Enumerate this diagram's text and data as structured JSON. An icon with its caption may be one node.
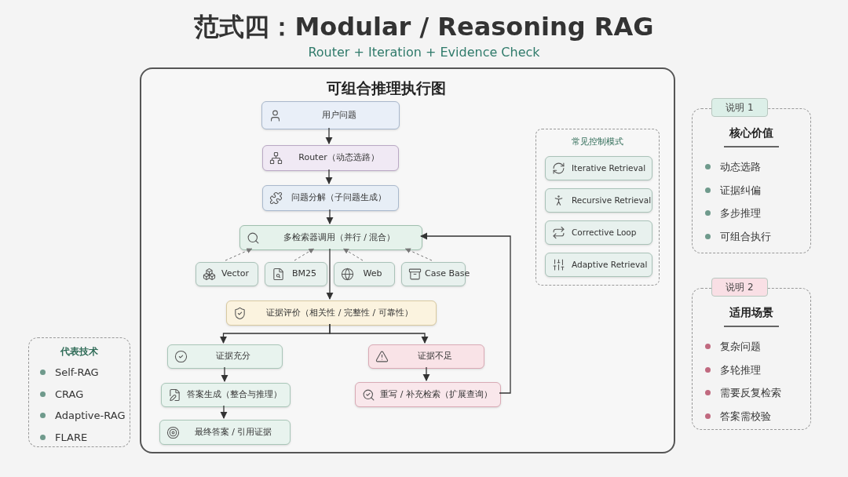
{
  "diagram": {
    "title": "范式四：Modular / Reasoning RAG",
    "nodes": [
      {
        "text": [
          "可组合推理执行图"
        ]
      },
      {
        "text": [
          "用户问题"
        ],
        "in": 0
      },
      {
        "text": [
          "Router（动态选路）"
        ],
        "in": 0
      },
      {
        "text": [
          "问题分解（子问题生成）"
        ],
        "in": 0
      },
      {
        "text": [
          "多检索器调用（并行 / 混合）"
        ],
        "in": 0
      },
      {
        "text": [
          "Vector"
        ],
        "in": 0
      },
      {
        "text": [
          "BM25"
        ],
        "in": 0
      },
      {
        "text": [
          "Web"
        ],
        "in": 0
      },
      {
        "text": [
          "Case Base"
        ],
        "in": 0
      },
      {
        "text": [
          "证据评价（相关性 / 完整性 / 可靠性）"
        ],
        "in": 0
      },
      {
        "text": [
          "证据充分"
        ],
        "in": 0
      },
      {
        "text": [
          "答案生成（整合与推理）"
        ],
        "in": 0
      },
      {
        "text": [
          "最终答案 / 引用证据"
        ],
        "in": 0
      },
      {
        "text": [
          "证据不足"
        ],
        "in": 0
      },
      {
        "text": [
          "重写 / 补充检索（扩展查询）"
        ],
        "in": 0
      },
      {
        "text": [
          "常见控制模式"
        ],
        "in": 0
      },
      {
        "text": [
          "Iterative Retrieval"
        ],
        "in": 15
      },
      {
        "text": [
          "Recursive Retrieval"
        ],
        "in": 15
      },
      {
        "text": [
          "Corrective Loop"
        ],
        "in": 15
      },
      {
        "text": [
          "Adaptive Retrieval"
        ],
        "in": 15
      },
      {
        "text": [
          "说明 1",
          "核心价值",
          "动态选路",
          "证据纠偏",
          "多步推理",
          "可组合执行"
        ]
      },
      {
        "text": [
          "说明 2",
          "适用场景",
          "复杂问题",
          "多轮推理",
          "需要反复检索",
          "答案需校验"
        ]
      },
      {
        "text": [
          "代表技术",
          "Self-RAG",
          "CRAG",
          "Adaptive-RAG",
          "FLARE"
        ]
      }
    ],
    "edges": [
      {
        "from": 1,
        "to": 2,
        "arrow": "to"
      },
      {
        "from": 2,
        "to": 3,
        "arrow": "to"
      },
      {
        "from": 3,
        "to": 4,
        "arrow": "to"
      },
      {
        "from": 5,
        "to": 4,
        "arrow": "to",
        "style": "dashed"
      },
      {
        "from": 6,
        "to": 4,
        "arrow": "to",
        "style": "dashed"
      },
      {
        "from": 7,
        "to": 4,
        "arrow": "to",
        "style": "dashed"
      },
      {
        "from": 8,
        "to": 4,
        "arrow": "to",
        "style": "dashed"
      },
      {
        "from": 4,
        "to": 9,
        "arrow": "to"
      },
      {
        "from": 9,
        "to": 10,
        "arrow": "to"
      },
      {
        "from": 9,
        "to": 13,
        "arrow": "to"
      },
      {
        "from": 10,
        "to": 11,
        "arrow": "to"
      },
      {
        "from": 11,
        "to": 12,
        "arrow": "to"
      },
      {
        "from": 13,
        "to": 14,
        "arrow": "to"
      },
      {
        "from": 14,
        "to": 4,
        "arrow": "to"
      }
    ],
    "labels": [
      "Router + Iteration + Evidence Check"
    ]
  }
}
